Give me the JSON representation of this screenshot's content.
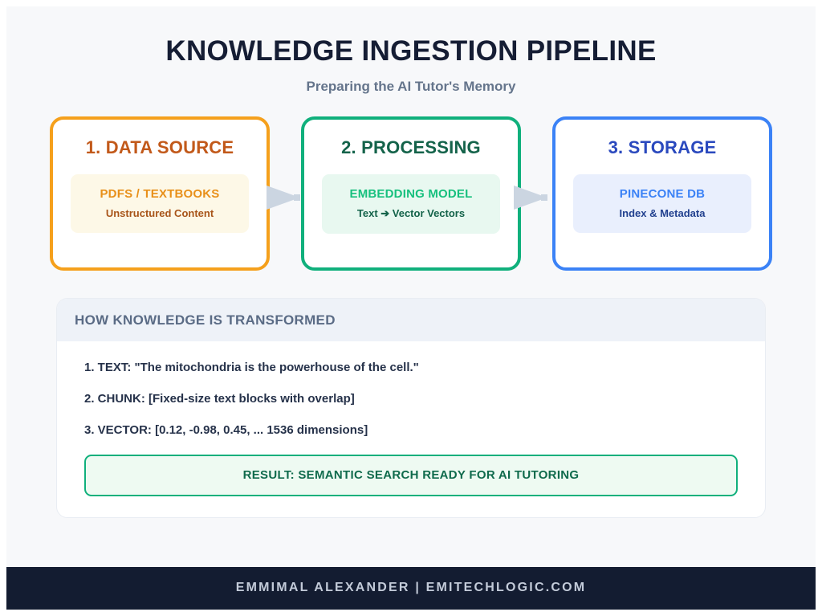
{
  "header": {
    "title": "KNOWLEDGE INGESTION PIPELINE",
    "subtitle": "Preparing the AI Tutor's Memory"
  },
  "pipeline": {
    "arrow_color": "#cbd5e1",
    "steps": [
      {
        "heading": "1. DATA SOURCE",
        "primary": "PDFS / TEXTBOOKS",
        "secondary": "Unstructured Content",
        "accent": "#f5a01c",
        "heading_color": "#c2591a",
        "box_bg": "#fdf8e7"
      },
      {
        "heading": "2. PROCESSING",
        "primary": "EMBEDDING MODEL",
        "secondary": "Text ➔ Vector Vectors",
        "accent": "#10b07c",
        "heading_color": "#14634a",
        "box_bg": "#e8f8f0"
      },
      {
        "heading": "3. STORAGE",
        "primary": "PINECONE DB",
        "secondary": "Index & Metadata",
        "accent": "#3b82f6",
        "heading_color": "#2a49be",
        "box_bg": "#e9effd"
      }
    ]
  },
  "panel": {
    "header": "HOW KNOWLEDGE IS TRANSFORMED",
    "steps": [
      "1. TEXT: \"The mitochondria is the powerhouse of the cell.\"",
      "2. CHUNK: [Fixed-size text blocks with overlap]",
      "3. VECTOR: [0.12, -0.98, 0.45, ... 1536 dimensions]"
    ],
    "result": "RESULT: SEMANTIC SEARCH READY FOR AI TUTORING"
  },
  "footer": {
    "text": "EMMIMAL ALEXANDER | EMITECHLOGIC.COM"
  }
}
